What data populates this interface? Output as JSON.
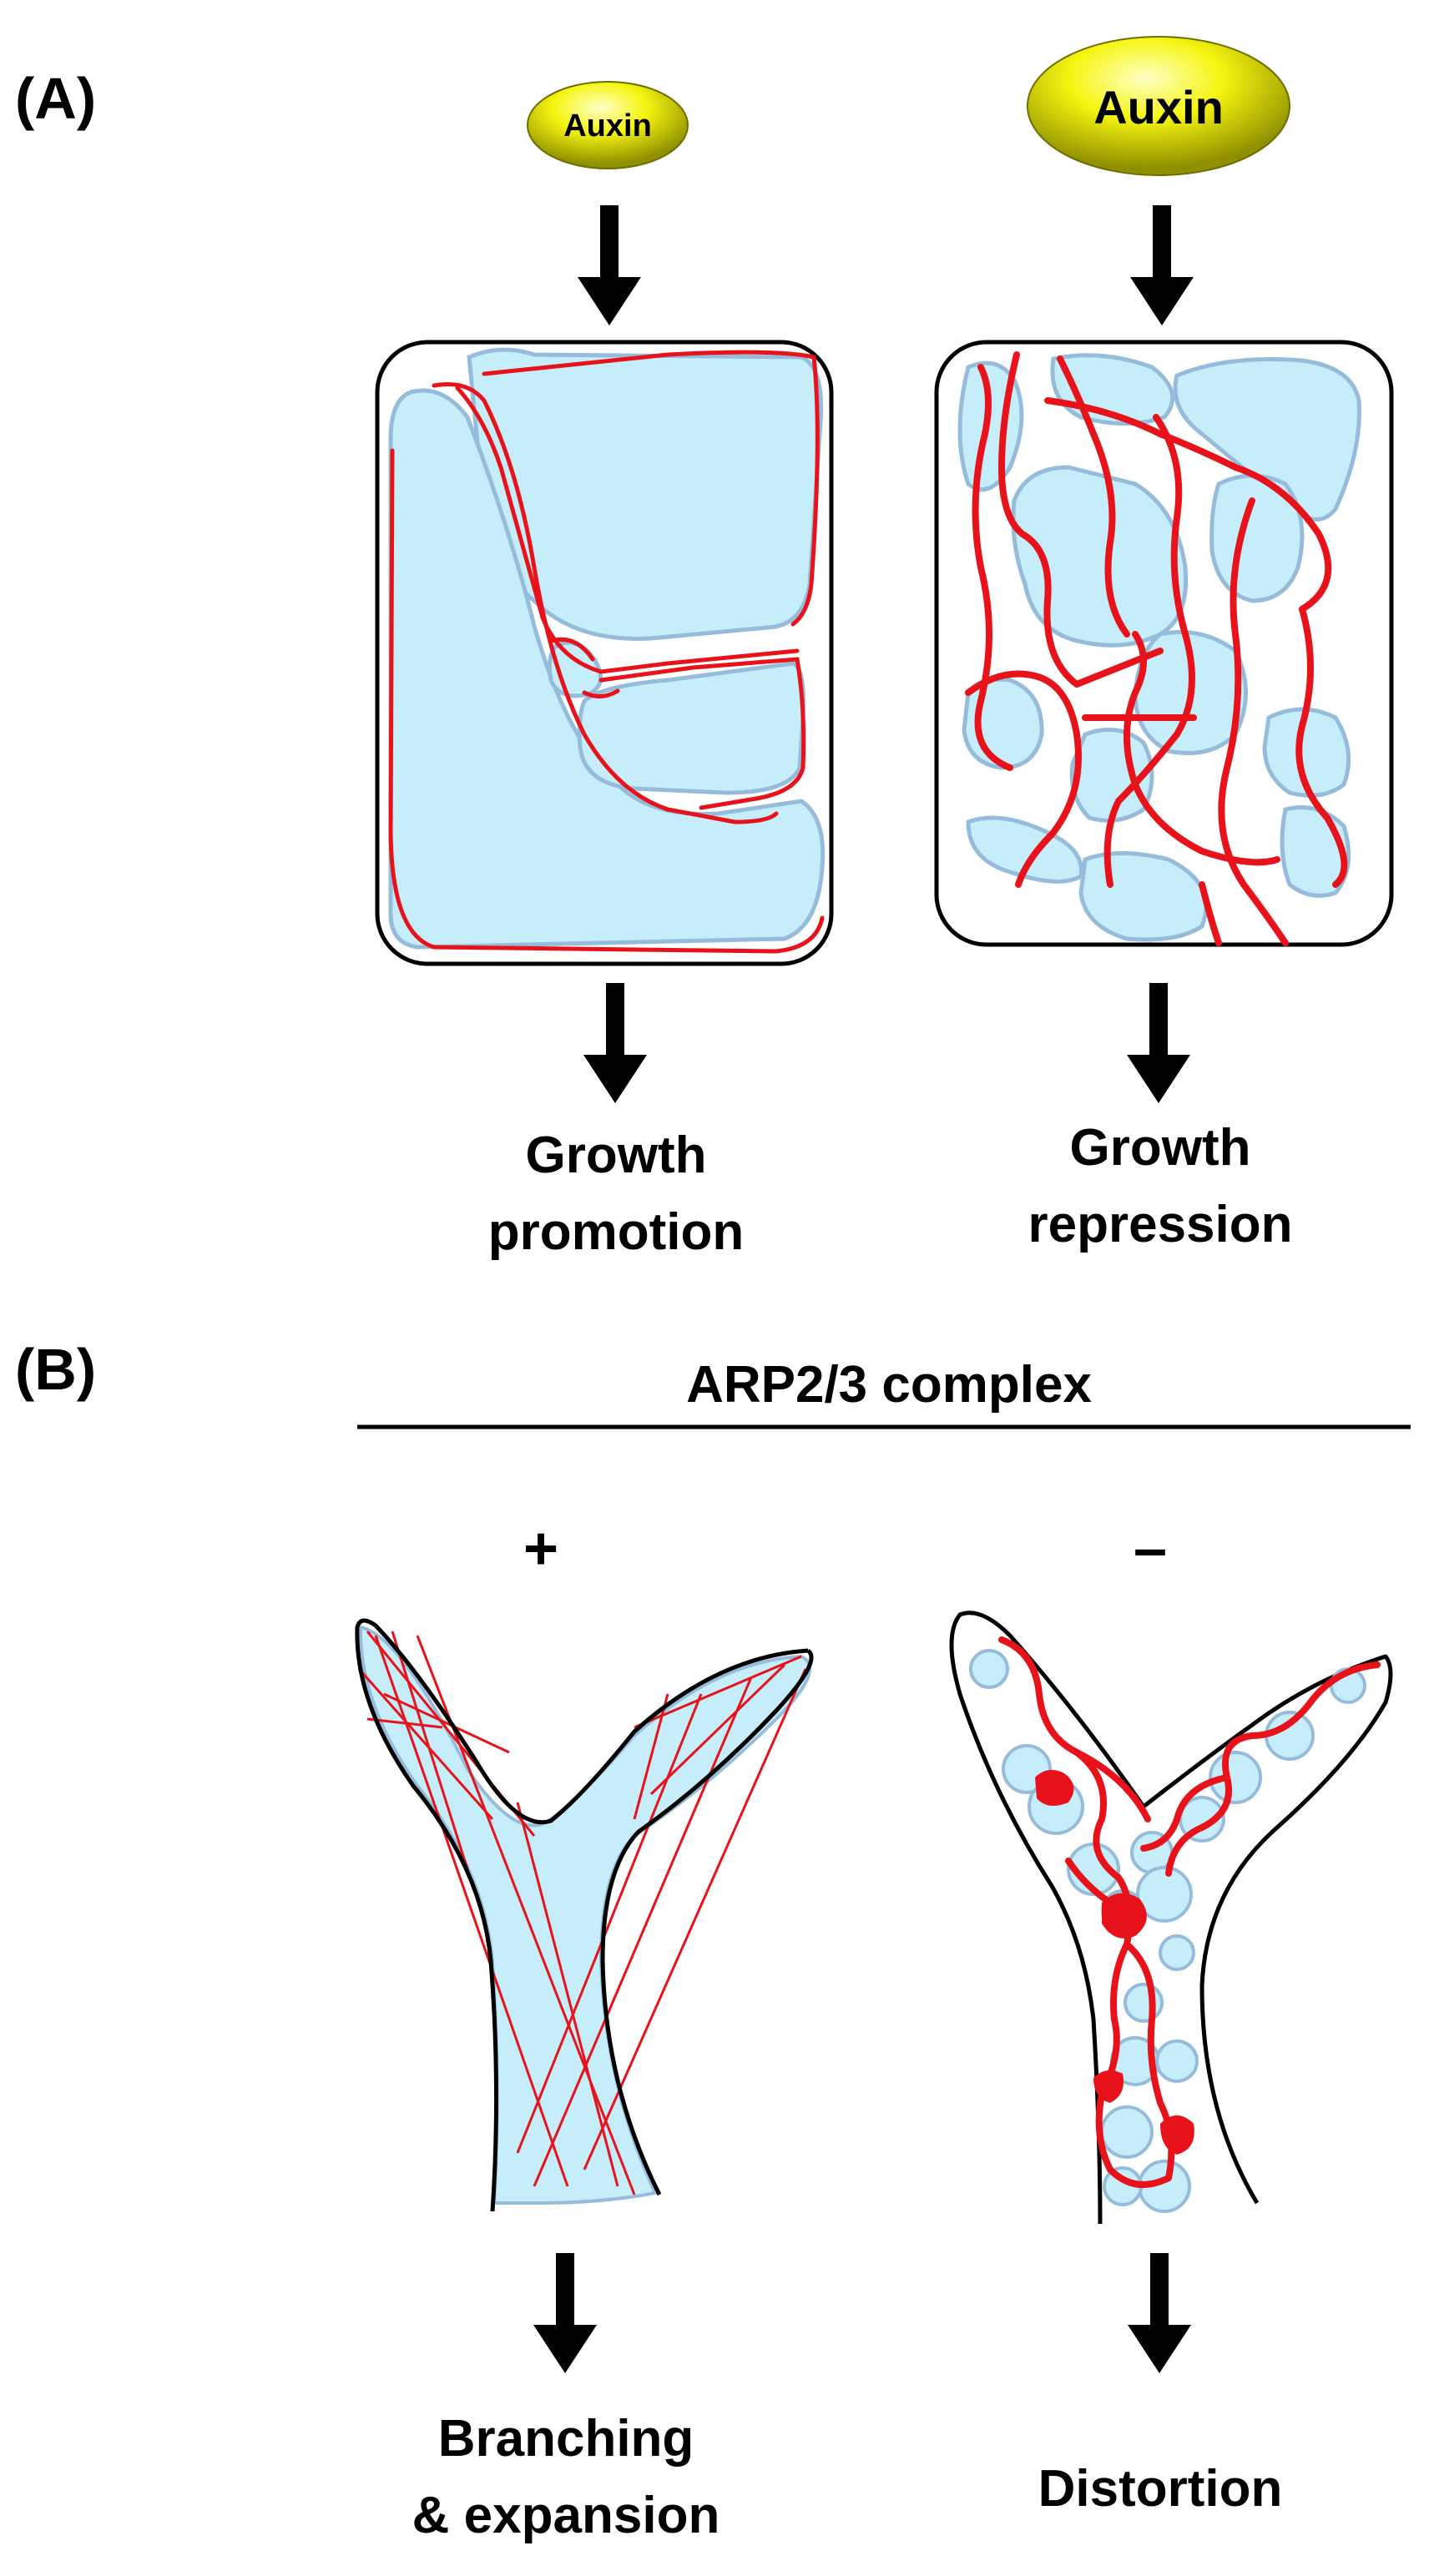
{
  "panel_a": {
    "label": "(A)",
    "auxin_low": {
      "text": "Auxin"
    },
    "auxin_high": {
      "text": "Auxin"
    },
    "outcome_left": {
      "line1": "Growth",
      "line2": "promotion"
    },
    "outcome_right": {
      "line1": "Growth",
      "line2": "repression"
    }
  },
  "panel_b": {
    "label": "(B)",
    "header": "ARP2/3 complex",
    "sign_plus": "+",
    "sign_minus": "–",
    "outcome_left": {
      "line1": "Branching",
      "line2": "& expansion"
    },
    "outcome_right": {
      "line1": "Distortion"
    }
  },
  "colors": {
    "vacuole_fill": "#c6eefa",
    "vacuole_stroke": "#96bcdc",
    "actin": "#e8121a",
    "auxin_fill": "#f5f510",
    "outline": "#000000"
  }
}
